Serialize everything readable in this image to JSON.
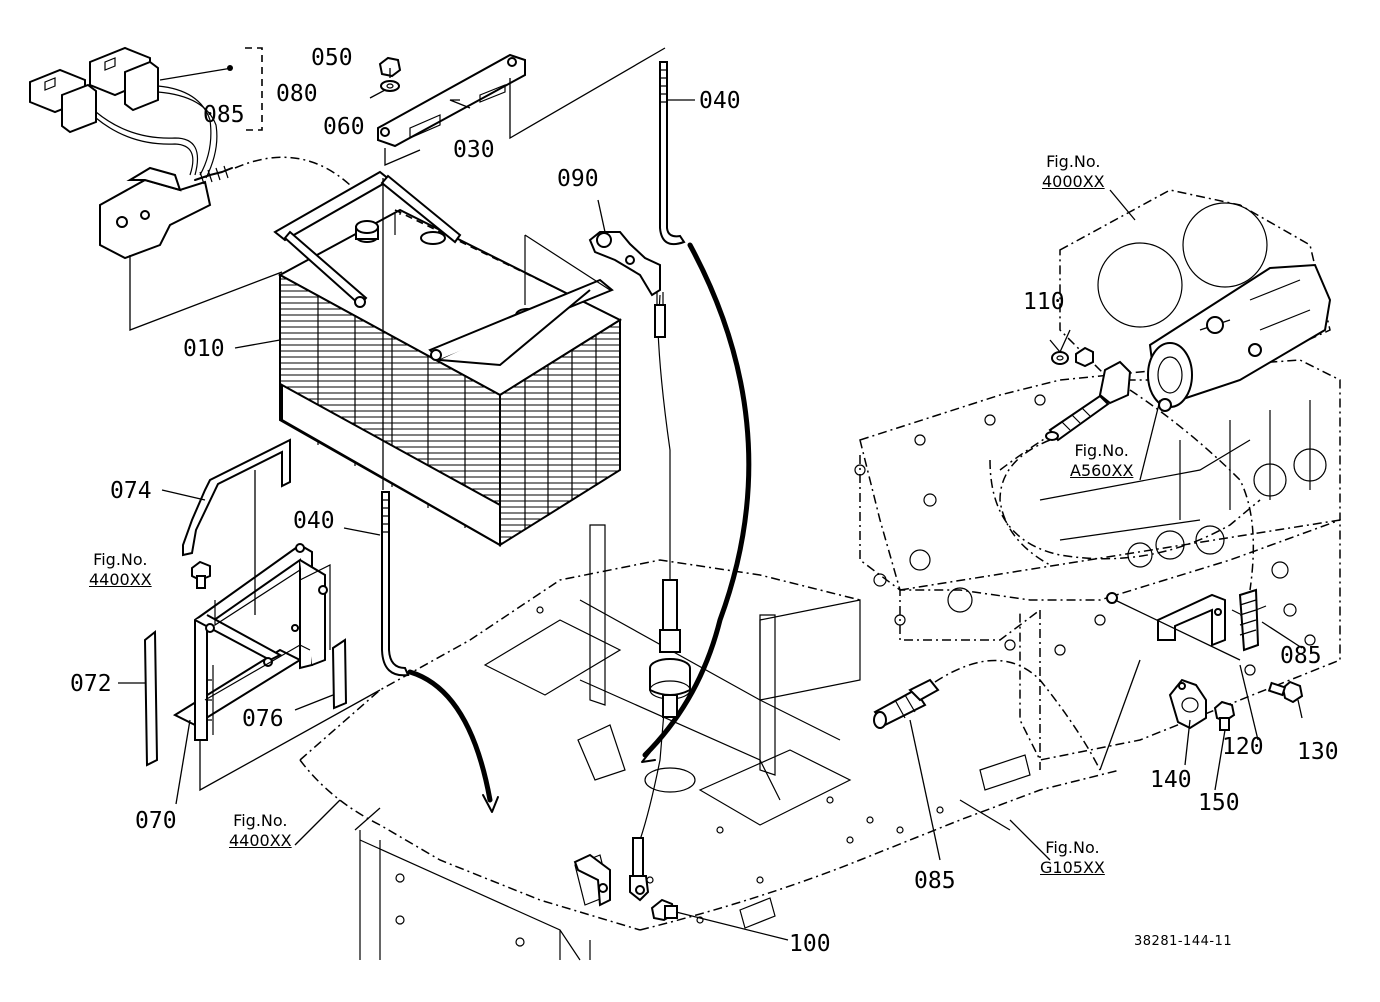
{
  "parts": [
    {
      "id": "p050",
      "code": "050"
    },
    {
      "id": "p080",
      "code": "080"
    },
    {
      "id": "p085a",
      "code": "085"
    },
    {
      "id": "p060",
      "code": "060"
    },
    {
      "id": "p030",
      "code": "030"
    },
    {
      "id": "p040a",
      "code": "040"
    },
    {
      "id": "p090",
      "code": "090"
    },
    {
      "id": "p010",
      "code": "010"
    },
    {
      "id": "p110",
      "code": "110"
    },
    {
      "id": "p074",
      "code": "074"
    },
    {
      "id": "p040b",
      "code": "040"
    },
    {
      "id": "p072",
      "code": "072"
    },
    {
      "id": "p076",
      "code": "076"
    },
    {
      "id": "p070",
      "code": "070"
    },
    {
      "id": "p085b",
      "code": "085"
    },
    {
      "id": "p120",
      "code": "120"
    },
    {
      "id": "p130",
      "code": "130"
    },
    {
      "id": "p140",
      "code": "140"
    },
    {
      "id": "p150",
      "code": "150"
    },
    {
      "id": "p085c",
      "code": "085"
    },
    {
      "id": "p100",
      "code": "100"
    }
  ],
  "figure_refs": [
    {
      "id": "f4000",
      "prefix": "Fig.No.",
      "code": "4000XX"
    },
    {
      "id": "fA560",
      "prefix": "Fig.No.",
      "code": "A560XX"
    },
    {
      "id": "f4400a",
      "prefix": "Fig.No.",
      "code": "4400XX"
    },
    {
      "id": "f4400b",
      "prefix": "Fig.No.",
      "code": "4400XX"
    },
    {
      "id": "fG105",
      "prefix": "Fig.No.",
      "code": "G105XX"
    }
  ],
  "document_number": "38281-144-11"
}
